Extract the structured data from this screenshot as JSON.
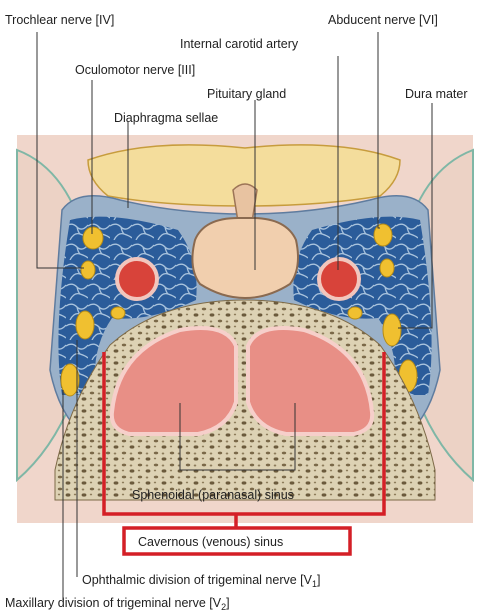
{
  "labels": {
    "trochlear": "Trochlear nerve [IV]",
    "abducent": "Abducent nerve  [VI]",
    "internal_carotid": "Internal carotid artery",
    "oculomotor": "Oculomotor nerve [III]",
    "pituitary": "Pituitary gland",
    "dura": "Dura mater",
    "diaphragma": "Diaphragma sellae",
    "sphenoidal": "Sphenoidal (paranasal) sinus",
    "cavernous": "Cavernous (venous) sinus",
    "ophthalmic": "Ophthalmic division of trigeminal nerve [V",
    "ophthalmic_sub": "1",
    "ophthalmic_end": "]",
    "maxillary": "Maxillary division of trigeminal nerve [V",
    "maxillary_sub": "2",
    "maxillary_end": "]"
  },
  "colors": {
    "tissue": "#f0d4c8",
    "dura": "#8da8c4",
    "venous_sinus": "#2f5f9c",
    "nerve": "#f0c030",
    "artery": "#d8433a",
    "pituitary": "#f1cfae",
    "bone": "#d9ccab",
    "sinus": "#e88f86",
    "highlight": "#d41f26"
  }
}
